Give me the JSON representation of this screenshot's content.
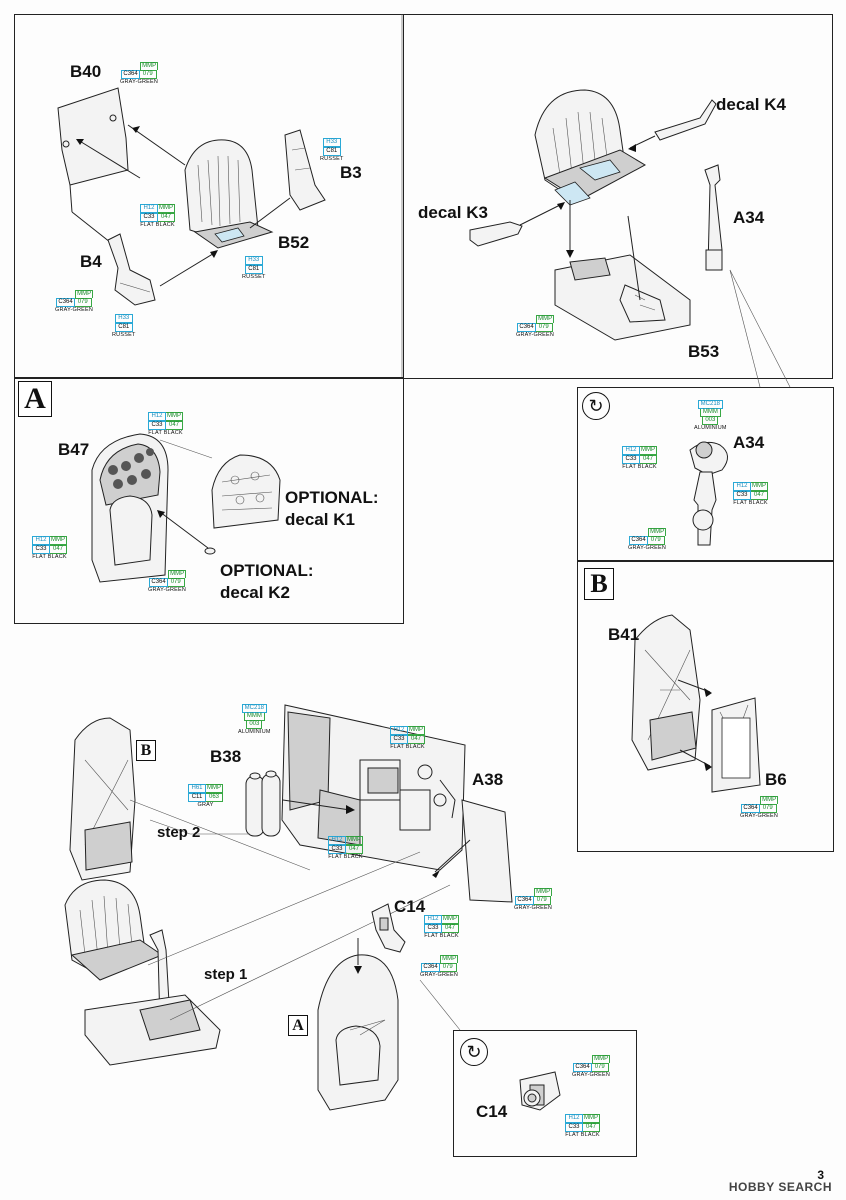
{
  "labels": {
    "b40": "B40",
    "b3": "B3",
    "b52": "B52",
    "b4": "B4",
    "decal_k4": "decal K4",
    "decal_k3": "decal K3",
    "a34": "A34",
    "b53": "B53",
    "b47": "B47",
    "opt1": "OPTIONAL:",
    "decal_k1": "decal K1",
    "opt2": "OPTIONAL:",
    "decal_k2": "decal K2",
    "a34b": "A34",
    "b41": "B41",
    "b6": "B6",
    "b38": "B38",
    "a38": "A38",
    "step2": "step 2",
    "step1": "step 1",
    "c14": "C14",
    "c14b": "C14"
  },
  "boxes": {
    "a": "A",
    "b": "B",
    "b2": "B",
    "a2": "A"
  },
  "paints": {
    "graygreen": {
      "top": "MMP",
      "c": "C364",
      "code": "079",
      "name": "GRAY-GREEN"
    },
    "flatblack": {
      "h": "H12",
      "m": "MMP",
      "c": "C33",
      "code": "047",
      "name": "FLAT BLACK"
    },
    "russet": {
      "h": "H33",
      "c": "C81",
      "name": "RUSSET"
    },
    "aluminium": {
      "mc": "MC218",
      "mmm": "MMM",
      "code": "003",
      "name": "ALUMINIUM"
    },
    "gray": {
      "h": "H61",
      "m": "MMP",
      "c": "C11",
      "code": "063",
      "name": "GRAY"
    }
  },
  "page_number": "3",
  "watermark": "HOBBY SEARCH",
  "icons": [
    "rotate-view-icon",
    "rotate-view-icon"
  ]
}
